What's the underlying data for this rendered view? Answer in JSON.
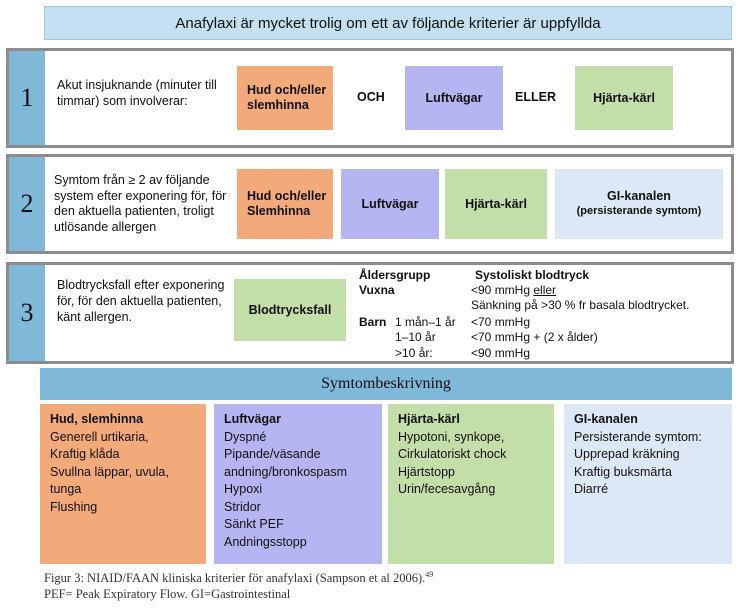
{
  "header": {
    "title": "Anafylaxi är mycket trolig om ett av följande kriterier är uppfyllda"
  },
  "criteria": [
    {
      "number": "1",
      "description": "Akut insjuknande (minuter till timmar) som involverar:",
      "boxes": [
        "Hud och/eller slemhinna",
        "Luftvägar",
        "Hjärta-kärl"
      ],
      "connectors": [
        "OCH",
        "ELLER"
      ]
    },
    {
      "number": "2",
      "description": "Symtom från ≥ 2 av följande system efter exponering för, för den aktuella patienten, troligt utlösande allergen",
      "boxes": [
        "Hud och/eller Slemhinna",
        "Luftvägar",
        "Hjärta-kärl",
        "GI-kanalen"
      ],
      "gi_sub": "(persisterande symtom)"
    },
    {
      "number": "3",
      "description": "Blodtrycksfall efter exponering för, för den aktuella patienten, känt allergen.",
      "box": "Blodtrycksfall",
      "table": {
        "h_age": "Åldersgrupp",
        "h_bp": "Systoliskt blodtryck",
        "adults": "Vuxna",
        "adult_val_1": "<90 mmHg",
        "adult_or": "eller",
        "adult_val_2": "Sänkning på >30 % fr basala blodtrycket.",
        "children": "Barn",
        "c1_age": "1 mån–1 år",
        "c1_val": "<70 mmHg",
        "c2_age": "1–10 år",
        "c2_val": "<70 mmHg + (2 x ålder)",
        "c3_age": ">10 år:",
        "c3_val": "<90 mmHg"
      }
    }
  ],
  "symptoms": {
    "title": "Symtombeskrivning",
    "columns": [
      {
        "title": "Hud, slemhinna",
        "items": [
          "Generell urtikaria,",
          "Kraftig klåda",
          "Svullna läppar, uvula, tunga",
          "Flushing"
        ],
        "color": "#f2aa7b"
      },
      {
        "title": "Luftvägar",
        "items": [
          "Dyspné",
          "Pipande/väsande andning/bronkospasm",
          "Hypoxi",
          "Stridor",
          "Sänkt PEF",
          "Andningsstopp"
        ],
        "color": "#b6b5f2"
      },
      {
        "title": "Hjärta-kärl",
        "items": [
          "Hypotoni, synkope,",
          "Cirkulatoriskt chock",
          "Hjärtstopp",
          "Urin/fecesavgång"
        ],
        "color": "#c4deaa"
      },
      {
        "title": "GI-kanalen",
        "items": [
          "Persisterande symtom:",
          "Upprepad kräkning",
          "Kraftig buksmärta",
          "Diarré"
        ],
        "color": "#dce8f5"
      }
    ]
  },
  "caption": {
    "line1": "Figur 3: NIAID/FAAN kliniska kriterier för anafylaxi (Sampson et al 2006).",
    "line1_ref": "49",
    "line2": "PEF= Peak Expiratory Flow. GI=Gastrointestinal"
  }
}
